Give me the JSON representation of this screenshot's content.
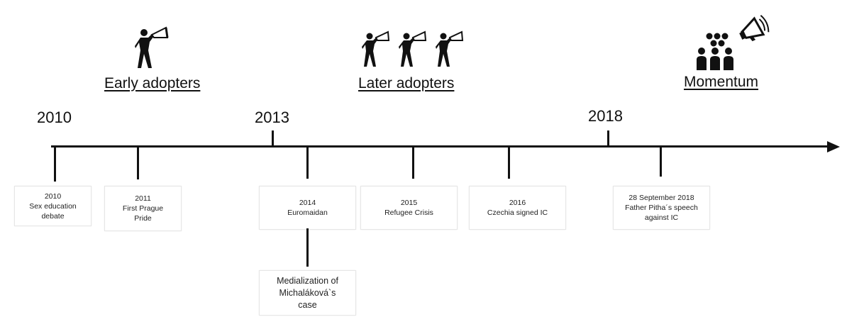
{
  "phases": [
    {
      "label": "Early adopters",
      "icon": "megaphone-person-icon"
    },
    {
      "label": "Later adopters",
      "icon": "three-megaphone-people-icon"
    },
    {
      "label": "Momentum",
      "icon": "crowd-megaphone-icon"
    }
  ],
  "years": [
    "2010",
    "2013",
    "2018"
  ],
  "events": [
    {
      "year": "2010",
      "text": [
        "Sex education",
        "debate"
      ]
    },
    {
      "year": "2011",
      "text": [
        "First Prague",
        "Pride"
      ]
    },
    {
      "year": "2014",
      "text": [
        "Euromaidan"
      ]
    },
    {
      "year": "2015",
      "text": [
        "Refugee Crisis"
      ]
    },
    {
      "year": "2016",
      "text": [
        "Czechia signed IC"
      ]
    },
    {
      "year": "28 September 2018",
      "text": [
        "Father Pitha´s speech",
        "against IC"
      ]
    }
  ],
  "sub_event": {
    "text": [
      "Medialization of",
      "Michaláková`s",
      "case"
    ]
  },
  "colors": {
    "line": "#111111",
    "box_border": "#e6e6e6"
  }
}
